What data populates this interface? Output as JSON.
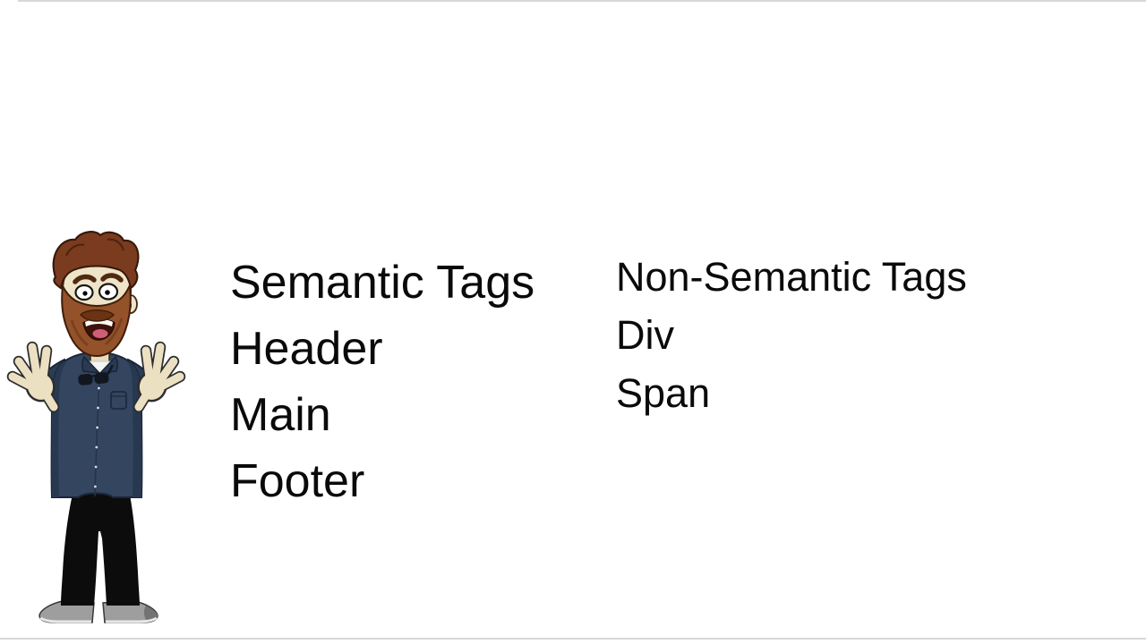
{
  "slide": {
    "background": "#ffffff",
    "edge_line_color": "#d8d8d8",
    "text_color": "#0a0a0a",
    "semantic_column": {
      "title": "Semantic Tags",
      "items": [
        "Header",
        "Main",
        "Footer"
      ]
    },
    "non_semantic_column": {
      "title": "Non-Semantic Tags",
      "items": [
        "Div",
        "Span"
      ]
    },
    "character": {
      "name": "cartoon-presenter",
      "hair_color": "#7a3b1f",
      "skin_color": "#efe4c7",
      "shirt_color": "#33455f",
      "pants_color": "#0c0c0c",
      "shoe_color": "#9e9e9e"
    }
  }
}
